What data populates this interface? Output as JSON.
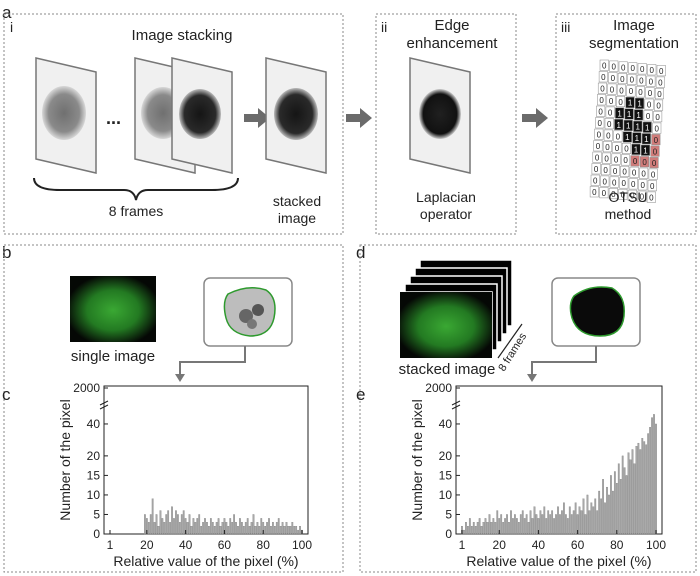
{
  "panel_letters": {
    "a": "a",
    "b": "b",
    "c": "c",
    "d": "d",
    "e": "e"
  },
  "step_i": {
    "numeral": "i",
    "title": "Image stacking",
    "dots": "...",
    "frames_label": "8 frames",
    "stacked_label_1": "stacked",
    "stacked_label_2": "image"
  },
  "step_ii": {
    "numeral": "ii",
    "title_1": "Edge",
    "title_2": "enhancement",
    "op_1": "Laplacian",
    "op_2": "operator"
  },
  "step_iii": {
    "numeral": "iii",
    "title_1": "Image",
    "title_2": "segmentation",
    "method_1": "OTSU",
    "method_2": "method",
    "grid_zero": "0",
    "grid_one": "1"
  },
  "panel_b": {
    "caption": "single image"
  },
  "panel_d": {
    "caption": "stacked image",
    "frames_label": "8 frames"
  },
  "colors": {
    "green_cell": "#2f9a2a",
    "contour": "#2e9a2e",
    "bar": "#a8a8a8",
    "red_overlay": "#c0504d"
  },
  "chart_data": [
    {
      "type": "bar",
      "panel": "c",
      "xlabel": "Relative value of the pixel (%)",
      "ylabel": "Number of the pixel",
      "xticks": [
        "1",
        "20",
        "40",
        "60",
        "80",
        "100"
      ],
      "yticks": [
        "0",
        "5",
        "10",
        "15",
        "20",
        "40",
        "2000"
      ],
      "axis_break": true,
      "x_range": [
        1,
        100
      ],
      "y_lower_range": [
        0,
        50
      ],
      "y_top_label": 2000,
      "x": [
        1,
        2,
        3,
        4,
        5,
        6,
        7,
        8,
        9,
        10,
        11,
        12,
        13,
        14,
        15,
        16,
        17,
        18,
        19,
        20,
        21,
        22,
        23,
        24,
        25,
        26,
        27,
        28,
        29,
        30,
        31,
        32,
        33,
        34,
        35,
        36,
        37,
        38,
        39,
        40,
        41,
        42,
        43,
        44,
        45,
        46,
        47,
        48,
        49,
        50,
        51,
        52,
        53,
        54,
        55,
        56,
        57,
        58,
        59,
        60,
        61,
        62,
        63,
        64,
        65,
        66,
        67,
        68,
        69,
        70,
        71,
        72,
        73,
        74,
        75,
        76,
        77,
        78,
        79,
        80,
        81,
        82,
        83,
        84,
        85,
        86,
        87,
        88,
        89,
        90,
        91,
        92,
        93,
        94,
        95,
        96,
        97,
        98,
        99,
        100
      ],
      "values": [
        0,
        0,
        0,
        0,
        0,
        0,
        0,
        0,
        0,
        0,
        0,
        0,
        0,
        0,
        0,
        0,
        0,
        0,
        5,
        4,
        3,
        5,
        9,
        3,
        5,
        2,
        6,
        4,
        3,
        5,
        6,
        3,
        7,
        4,
        6,
        5,
        3,
        5,
        6,
        4,
        3,
        5,
        2,
        4,
        3,
        4,
        5,
        2,
        3,
        4,
        3,
        2,
        4,
        3,
        2,
        3,
        4,
        2,
        3,
        4,
        3,
        2,
        4,
        3,
        5,
        3,
        2,
        4,
        3,
        2,
        3,
        4,
        2,
        3,
        5,
        2,
        3,
        2,
        4,
        3,
        2,
        3,
        4,
        2,
        3,
        2,
        3,
        4,
        2,
        3,
        2,
        3,
        2,
        2,
        3,
        2,
        2,
        1,
        2,
        1
      ]
    },
    {
      "type": "bar",
      "panel": "e",
      "xlabel": "Relative value of the pixel (%)",
      "ylabel": "Number of the pixel",
      "xticks": [
        "1",
        "20",
        "40",
        "60",
        "80",
        "100"
      ],
      "yticks": [
        "0",
        "5",
        "10",
        "15",
        "20",
        "40",
        "2000"
      ],
      "axis_break": true,
      "x_range": [
        1,
        100
      ],
      "y_lower_range": [
        0,
        50
      ],
      "y_top_label": 2000,
      "x": [
        1,
        2,
        3,
        4,
        5,
        6,
        7,
        8,
        9,
        10,
        11,
        12,
        13,
        14,
        15,
        16,
        17,
        18,
        19,
        20,
        21,
        22,
        23,
        24,
        25,
        26,
        27,
        28,
        29,
        30,
        31,
        32,
        33,
        34,
        35,
        36,
        37,
        38,
        39,
        40,
        41,
        42,
        43,
        44,
        45,
        46,
        47,
        48,
        49,
        50,
        51,
        52,
        53,
        54,
        55,
        56,
        57,
        58,
        59,
        60,
        61,
        62,
        63,
        64,
        65,
        66,
        67,
        68,
        69,
        70,
        71,
        72,
        73,
        74,
        75,
        76,
        77,
        78,
        79,
        80,
        81,
        82,
        83,
        84,
        85,
        86,
        87,
        88,
        89,
        90,
        91,
        92,
        93,
        94,
        95,
        96,
        97,
        98,
        99,
        100
      ],
      "values": [
        2,
        1,
        3,
        2,
        4,
        2,
        3,
        2,
        3,
        4,
        2,
        3,
        4,
        3,
        5,
        3,
        4,
        3,
        6,
        4,
        5,
        3,
        4,
        5,
        3,
        6,
        4,
        5,
        4,
        3,
        5,
        6,
        4,
        5,
        3,
        6,
        4,
        7,
        5,
        4,
        6,
        5,
        7,
        4,
        6,
        5,
        6,
        4,
        5,
        7,
        5,
        6,
        8,
        5,
        4,
        7,
        5,
        6,
        8,
        5,
        7,
        6,
        9,
        5,
        10,
        6,
        8,
        7,
        9,
        6,
        11,
        9,
        14,
        8,
        12,
        10,
        15,
        11,
        16,
        13,
        18,
        14,
        20,
        17,
        15,
        22,
        19,
        24,
        18,
        26,
        28,
        24,
        31,
        29,
        27,
        34,
        38,
        44,
        46,
        40
      ]
    }
  ]
}
